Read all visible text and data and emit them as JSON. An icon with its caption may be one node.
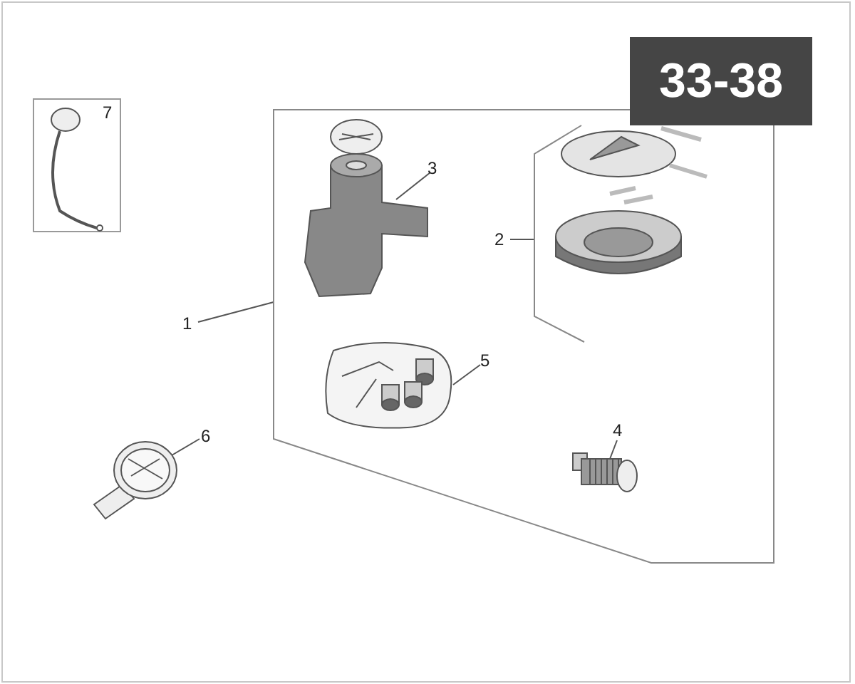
{
  "diagram": {
    "nodes": [
      {
        "text": [
          "7"
        ]
      },
      {
        "text": [],
        "shape": "box"
      },
      {
        "text": [
          "3"
        ],
        "in": 1
      },
      {
        "text": [],
        "shape": "picture",
        "in": 1
      },
      {
        "text": [
          "2"
        ],
        "in": 1
      },
      {
        "text": [],
        "shape": "picture",
        "in": 1
      },
      {
        "text": [
          "1"
        ]
      },
      {
        "text": [
          "5"
        ],
        "in": 1
      },
      {
        "text": [],
        "shape": "picture",
        "in": 1
      },
      {
        "text": [
          "4"
        ],
        "in": 1
      },
      {
        "text": [],
        "shape": "picture",
        "in": 1
      },
      {
        "text": [
          "6"
        ]
      },
      {
        "text": [],
        "shape": "picture"
      }
    ],
    "edges": [
      {
        "from": 2,
        "to": 3,
        "arrow": "none"
      },
      {
        "from": 4,
        "to": 5,
        "arrow": "none"
      },
      {
        "from": 6,
        "to": 1,
        "arrow": "none"
      },
      {
        "from": 7,
        "to": 8,
        "arrow": "none"
      },
      {
        "from": 9,
        "to": 10,
        "arrow": "none"
      },
      {
        "from": 11,
        "to": 12,
        "arrow": "none"
      }
    ],
    "labels": [
      "33-38"
    ]
  }
}
